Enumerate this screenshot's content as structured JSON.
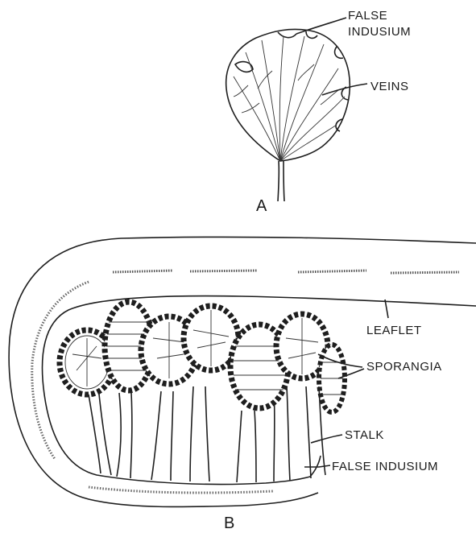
{
  "figure_a": {
    "caption": "A",
    "labels": {
      "false_indusium_line1": "FALSE",
      "false_indusium_line2": "INDUSIUM",
      "veins": "VEINS"
    }
  },
  "figure_b": {
    "caption": "B",
    "labels": {
      "leaflet": "LEAFLET",
      "sporangia": "SPORANGIA",
      "stalk": "STALK",
      "false_indusium": "FALSE INDUSIUM"
    }
  }
}
